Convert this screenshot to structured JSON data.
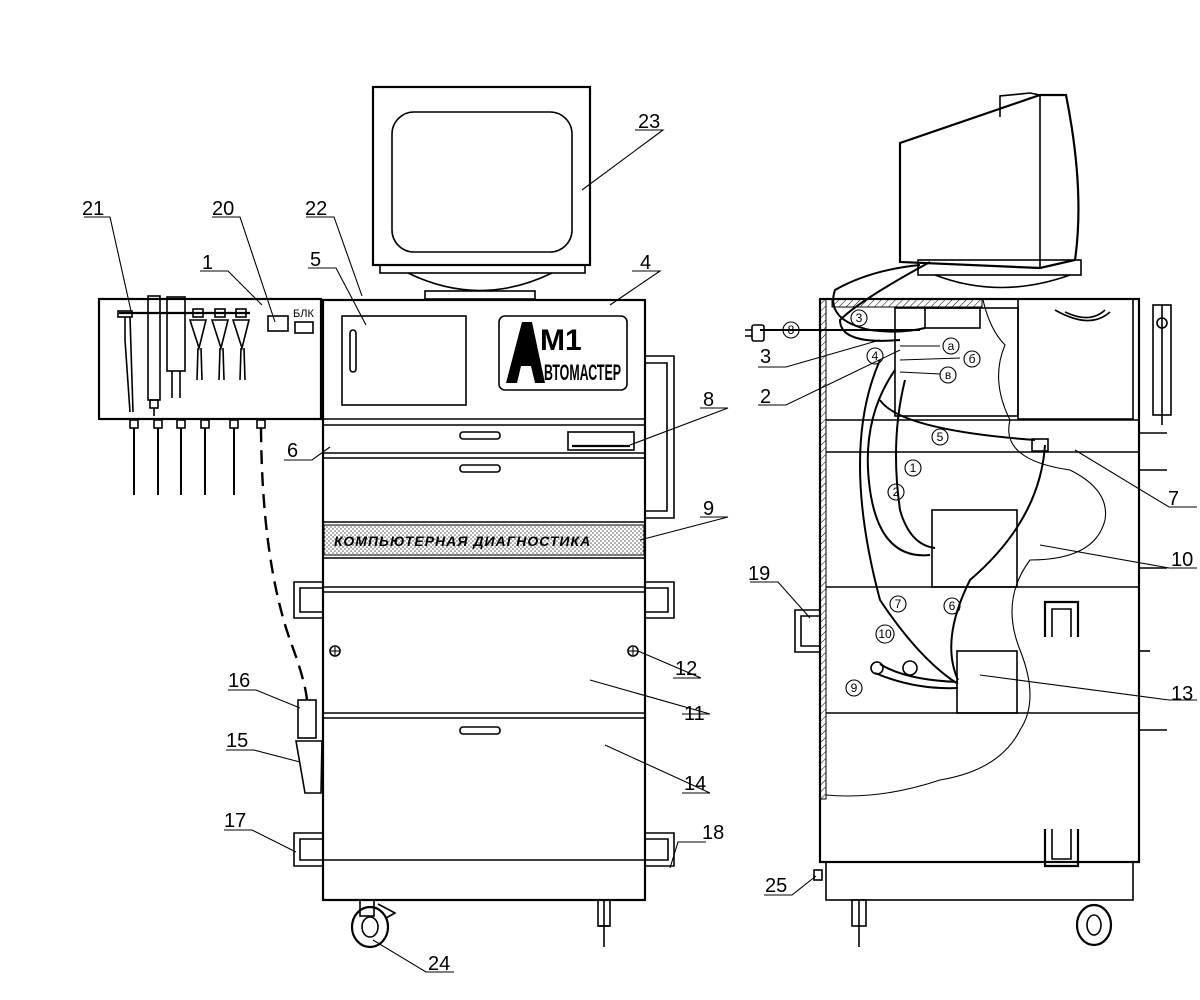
{
  "callouts": {
    "n1": "1",
    "n2": "2",
    "n3": "3",
    "n4": "4",
    "n5": "5",
    "n6": "6",
    "n7": "7",
    "n8": "8",
    "n9": "9",
    "n10": "10",
    "n11": "11",
    "n12": "12",
    "n13": "13",
    "n14": "14",
    "n15": "15",
    "n16": "16",
    "n17": "17",
    "n18": "18",
    "n19": "19",
    "n20": "20",
    "n21": "21",
    "n22": "22",
    "n23": "23",
    "n24": "24",
    "n25": "25"
  },
  "cables": {
    "c1": "1",
    "c2": "2",
    "c3": "3",
    "c4": "4",
    "c5": "5",
    "c6": "6",
    "c7": "7",
    "c8": "8",
    "c9": "9",
    "c10": "10"
  },
  "sockets": {
    "a": "а",
    "b": "б",
    "v": "в"
  },
  "labels": {
    "blk": "БЛК",
    "banner": "КОМПЬЮТЕРНАЯ  ДИАГНОСТИКА",
    "logo_m1": "M1",
    "logo_brand": "АВТОМАСТЕР"
  }
}
